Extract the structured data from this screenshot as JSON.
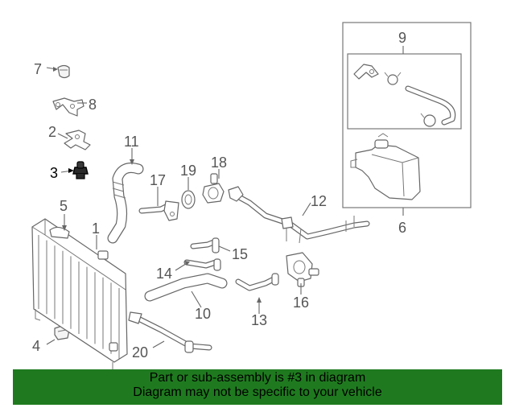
{
  "callouts": [
    {
      "id": "c7",
      "text": "7"
    },
    {
      "id": "c8",
      "text": "8"
    },
    {
      "id": "c2",
      "text": "2"
    },
    {
      "id": "c3",
      "text": "3"
    },
    {
      "id": "c11",
      "text": "11"
    },
    {
      "id": "c17",
      "text": "17"
    },
    {
      "id": "c19",
      "text": "19"
    },
    {
      "id": "c18",
      "text": "18"
    },
    {
      "id": "c5",
      "text": "5"
    },
    {
      "id": "c1",
      "text": "1"
    },
    {
      "id": "c4",
      "text": "4"
    },
    {
      "id": "c9",
      "text": "9"
    },
    {
      "id": "c6",
      "text": "6"
    },
    {
      "id": "c12",
      "text": "12"
    },
    {
      "id": "c15",
      "text": "15"
    },
    {
      "id": "c14",
      "text": "14"
    },
    {
      "id": "c10",
      "text": "10"
    },
    {
      "id": "c13",
      "text": "13"
    },
    {
      "id": "c16",
      "text": "16"
    },
    {
      "id": "c20",
      "text": "20"
    }
  ],
  "highlighted_part": "3",
  "banner": {
    "line1": "Part or sub-assembly is #3 in diagram",
    "line2": "Diagram may not be specific to your vehicle"
  },
  "colors": {
    "banner_bg": "#1f7a1f",
    "line_art": "#666666",
    "highlight": "#000000"
  }
}
